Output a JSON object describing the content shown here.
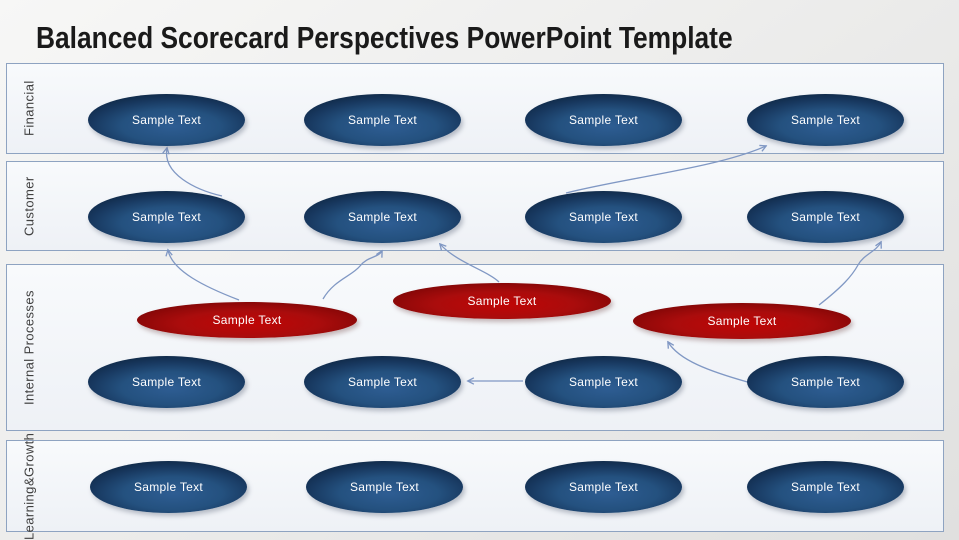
{
  "title": "Balanced Scorecard Perspectives PowerPoint Template",
  "rows": [
    {
      "label": "Financial",
      "ellipses": [
        "Sample Text",
        "Sample Text",
        "Sample Text",
        "Sample Text"
      ]
    },
    {
      "label": "Customer",
      "ellipses": [
        "Sample Text",
        "Sample Text",
        "Sample Text",
        "Sample Text"
      ]
    },
    {
      "label": "Internal Processes",
      "red_ellipses": [
        "Sample Text",
        "Sample Text",
        "Sample Text"
      ],
      "ellipses": [
        "Sample Text",
        "Sample Text",
        "Sample Text",
        "Sample Text"
      ]
    },
    {
      "label": "Learning & Growth",
      "label_lines": [
        "Learning",
        "&",
        "Growth"
      ],
      "ellipses": [
        "Sample Text",
        "Sample Text",
        "Sample Text",
        "Sample Text"
      ]
    }
  ],
  "arrows": [
    {
      "from": "customer-ellipse-1",
      "to": "financial-ellipse-1"
    },
    {
      "from": "internal-red-ellipse-1",
      "to": "customer-ellipse-1"
    },
    {
      "from": "internal-red-ellipse-1",
      "to": "customer-ellipse-2"
    },
    {
      "from": "internal-red-ellipse-2",
      "to": "customer-ellipse-2"
    },
    {
      "from": "customer-ellipse-3",
      "to": "financial-ellipse-4"
    },
    {
      "from": "internal-ellipse-3",
      "to": "internal-ellipse-2"
    },
    {
      "from": "internal-ellipse-4",
      "to": "internal-red-ellipse-3"
    },
    {
      "from": "internal-red-ellipse-3",
      "to": "customer-ellipse-4"
    }
  ],
  "colors": {
    "title_text": "#1A1A1A",
    "band_border": "#8EA3C1",
    "band_fill": "#F1F4F8",
    "band_label_text": "#3F3F3F",
    "blue_shape": "#1F4E79",
    "blue_shape_rim": "#102A47",
    "red_shape": "#C00000",
    "red_shape_rim": "#6E0505",
    "shape_text": "#FFFFFF",
    "arrow": "#8098C4"
  }
}
